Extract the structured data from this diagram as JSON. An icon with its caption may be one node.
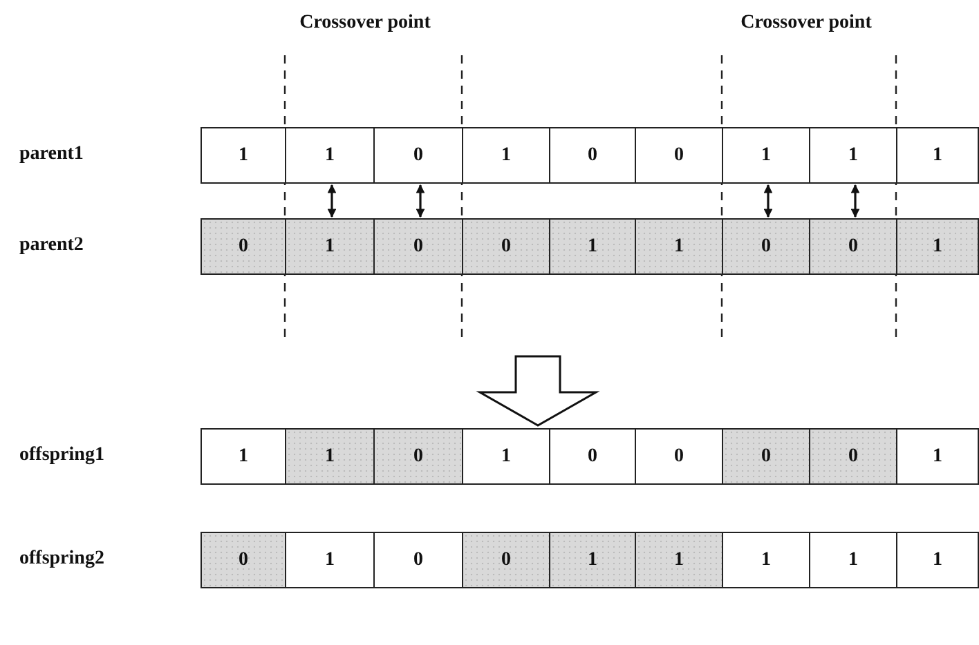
{
  "diagram": {
    "nodes": [
      {
        "text": [
          "parent1"
        ]
      },
      {
        "text": [
          "1"
        ],
        "in": 0
      },
      {
        "text": [
          "1"
        ],
        "in": 0
      },
      {
        "text": [
          "0"
        ],
        "in": 0
      },
      {
        "text": [
          "1"
        ],
        "in": 0
      },
      {
        "text": [
          "0"
        ],
        "in": 0
      },
      {
        "text": [
          "0"
        ],
        "in": 0
      },
      {
        "text": [
          "1"
        ],
        "in": 0
      },
      {
        "text": [
          "1"
        ],
        "in": 0
      },
      {
        "text": [
          "1"
        ],
        "in": 0
      },
      {
        "text": [
          "parent2"
        ]
      },
      {
        "text": [
          "0"
        ],
        "in": 10
      },
      {
        "text": [
          "1"
        ],
        "in": 10
      },
      {
        "text": [
          "0"
        ],
        "in": 10
      },
      {
        "text": [
          "0"
        ],
        "in": 10
      },
      {
        "text": [
          "1"
        ],
        "in": 10
      },
      {
        "text": [
          "1"
        ],
        "in": 10
      },
      {
        "text": [
          "0"
        ],
        "in": 10
      },
      {
        "text": [
          "0"
        ],
        "in": 10
      },
      {
        "text": [
          "1"
        ],
        "in": 10
      },
      {
        "text": [
          "offspring1"
        ]
      },
      {
        "text": [
          "1"
        ],
        "in": 20
      },
      {
        "text": [
          "1"
        ],
        "in": 20
      },
      {
        "text": [
          "0"
        ],
        "in": 20
      },
      {
        "text": [
          "1"
        ],
        "in": 20
      },
      {
        "text": [
          "0"
        ],
        "in": 20
      },
      {
        "text": [
          "0"
        ],
        "in": 20
      },
      {
        "text": [
          "0"
        ],
        "in": 20
      },
      {
        "text": [
          "0"
        ],
        "in": 20
      },
      {
        "text": [
          "1"
        ],
        "in": 20
      },
      {
        "text": [
          "offspring2"
        ]
      },
      {
        "text": [
          "0"
        ],
        "in": 30
      },
      {
        "text": [
          "1"
        ],
        "in": 30
      },
      {
        "text": [
          "0"
        ],
        "in": 30
      },
      {
        "text": [
          "0"
        ],
        "in": 30
      },
      {
        "text": [
          "1"
        ],
        "in": 30
      },
      {
        "text": [
          "1"
        ],
        "in": 30
      },
      {
        "text": [
          "1"
        ],
        "in": 30
      },
      {
        "text": [
          "1"
        ],
        "in": 30
      },
      {
        "text": [
          "1"
        ],
        "in": 30
      }
    ],
    "edges": [
      {
        "from": 2,
        "to": 12,
        "arrow": "both"
      },
      {
        "from": 3,
        "to": 13,
        "arrow": "both"
      },
      {
        "from": 7,
        "to": 17,
        "arrow": "both"
      },
      {
        "from": 8,
        "to": 18,
        "arrow": "both"
      },
      {
        "from": 10,
        "to": 20,
        "arrow": "to",
        "style": "thick"
      }
    ],
    "labels": [
      "Crossover point",
      "Crossover point"
    ]
  }
}
